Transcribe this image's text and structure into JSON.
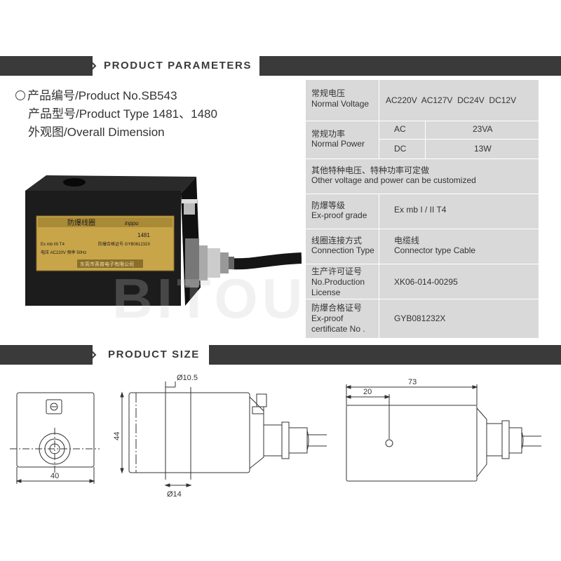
{
  "sections": {
    "parameters_title": "PRODUCT PARAMETERS",
    "size_title": "PRODUCT SIZE"
  },
  "product_info": {
    "product_no": "产品编号/Product No.SB543",
    "product_type": "产品型号/Product Type 1481、1480",
    "overall_dimension": "外观图/Overall Dimension"
  },
  "nameplate": {
    "title": "防爆线圈",
    "brand": "inppu",
    "model": "1481",
    "ex_grade": "Ex mb I/II T4",
    "voltage": "电压 AC220V 频率 50Hz",
    "certificate": "防爆合格证号 GYB081232X",
    "manufacturer": "东莞市英普电子有限公司"
  },
  "params": {
    "voltage": {
      "label_cn": "常规电压",
      "label_en": "Normal Voltage",
      "values": "AC220V  AC127V  DC24V  DC12V"
    },
    "power": {
      "label_cn": "常规功率",
      "label_en": "Normal Power",
      "rows": [
        {
          "type": "AC",
          "value": "23VA"
        },
        {
          "type": "DC",
          "value": "13W"
        }
      ]
    },
    "custom": {
      "cn": "其他特种电压、特种功率可定做",
      "en": "Other voltage and power can be customized"
    },
    "exproof_grade": {
      "label_cn": "防爆等级",
      "label_en": "Ex-proof grade",
      "value": "Ex mb I / II T4"
    },
    "connection": {
      "label_cn": "线圈连接方式",
      "label_en": "Connection Type",
      "value_cn": "电缆线",
      "value_en": "Connector type Cable"
    },
    "license": {
      "label_cn": "生产许可证号",
      "label_en1": "No.Production",
      "label_en2": "License",
      "value": "XK06-014-00295"
    },
    "certificate": {
      "label_cn": "防爆合格证号",
      "label_en1": "Ex-proof",
      "label_en2": "certificate No .",
      "value": "GYB081232X"
    }
  },
  "watermark": "BITOU",
  "dimensions": {
    "width_front": "40",
    "height": "44",
    "hole_top": "Ø10.5",
    "hole_bottom": "Ø14",
    "length": "73",
    "offset": "20"
  },
  "colors": {
    "banner": "#3a3a3a",
    "table_bg": "#d9d9d9",
    "nameplate": "#c9a54a"
  }
}
